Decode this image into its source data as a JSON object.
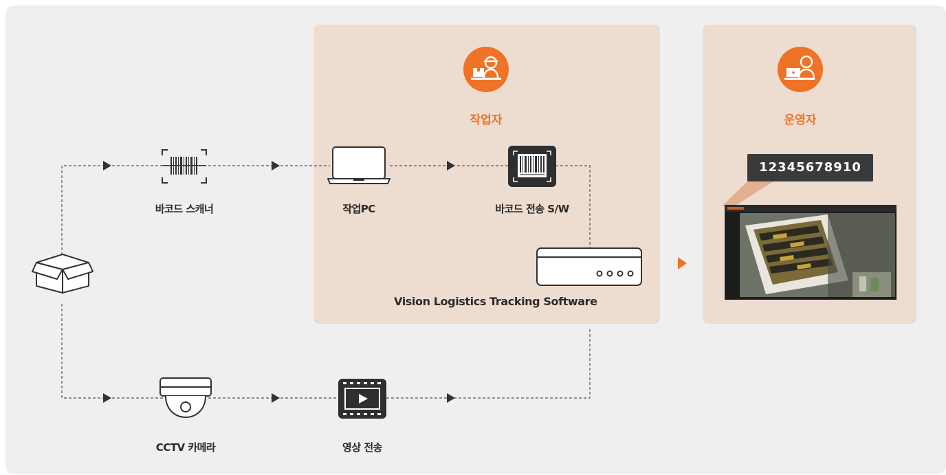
{
  "roles": {
    "worker": {
      "title": "작업자",
      "icon": "worker-with-package-icon"
    },
    "operator": {
      "title": "운영자",
      "icon": "operator-with-laptop-icon"
    }
  },
  "nodes": {
    "package": {
      "icon": "box-icon"
    },
    "barcode_scanner": {
      "label": "바코드 스캐너",
      "icon": "barcode-scanner-icon"
    },
    "work_pc": {
      "label": "작업PC",
      "icon": "laptop-icon"
    },
    "barcode_sw": {
      "label": "바코드 전송 S/W",
      "icon": "barcode-software-icon"
    },
    "tracking_sw": {
      "label": "Vision Logistics Tracking Software",
      "icon": "server-icon"
    },
    "cctv": {
      "label": "CCTV 카메라",
      "icon": "cctv-camera-icon"
    },
    "video_transfer": {
      "label": "영상 전송",
      "icon": "video-icon"
    }
  },
  "result": {
    "barcode_number": "12345678910",
    "screenshot": "monitoring-screen-image"
  },
  "colors": {
    "accent": "#ee7326",
    "panel": "#eddcd0",
    "background": "#efefef",
    "dark": "#2f2f2f"
  }
}
